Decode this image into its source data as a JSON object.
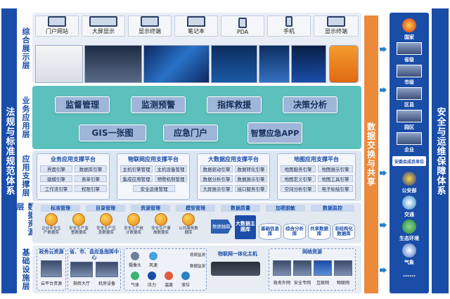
{
  "left_bar": "法规与标准规范体系",
  "right_bar": "安全与运维保障体系",
  "exchange": "数据交换与共享",
  "layers": [
    "综合展示层",
    "业务应用层",
    "应用支撑层",
    "数据资源层",
    "基础设施层"
  ],
  "devices": [
    "门户网站",
    "大屏显示",
    "显示终端",
    "笔记本",
    "PDA",
    "手机",
    "显示终端"
  ],
  "apps": {
    "row1": [
      "监督管理",
      "监测预警",
      "指挥救援",
      "决策分析"
    ],
    "row2": [
      "GIS一张图",
      "应急门户",
      "智慧应急APP"
    ]
  },
  "platforms": [
    {
      "title": "业务应用支撑平台",
      "chips": [
        "界面引擎",
        "数据库引擎",
        "建模引擎",
        "表单引擎",
        "工作流引擎",
        "权限引擎"
      ]
    },
    {
      "title": "物联网应用支撑平台",
      "chips": [
        "主机引擎管理",
        "主机设备管理",
        "集成应用管理",
        "预警机制管理",
        "安全运维管理"
      ]
    },
    {
      "title": "大数据应用支撑平台",
      "chips": [
        "数据驱动引擎",
        "数据转化引擎",
        "数据分析引擎",
        "数据展示引擎",
        "大屏展示引擎",
        "接口服务引擎"
      ]
    },
    {
      "title": "地图应用支撑平台",
      "chips": [
        "地图服务引擎",
        "地图展示引擎",
        "地图定义引擎",
        "地图工具引擎",
        "空间分析引擎",
        "电子标绘引擎"
      ]
    }
  ],
  "resource_tabs": [
    "标准管理",
    "目录管理",
    "资源管理",
    "模型管理",
    "数据质量",
    "加密脱敏",
    "数据监控"
  ],
  "databases": [
    "企业安全生产数据库",
    "安全生产监督数据库",
    "安全生产应急数据库",
    "安全生产统计数据库",
    "安全生产事故数据库",
    "公共服务数据库"
  ],
  "process": [
    "数据抽取",
    "大数据主题库"
  ],
  "stores": [
    "基础信息库",
    "综合分析库",
    "共享数据库",
    "非结构化数据库"
  ],
  "infra": {
    "gov_cloud": {
      "title": "政务云资源",
      "label": "云平台资源"
    },
    "terminals": {
      "title": "省、市、县应急指挥中心",
      "labels": [
        "指挥大厅",
        "机房设备"
      ]
    },
    "sensors": {
      "labels": [
        "摄像头",
        "风速",
        "气体",
        "压力",
        "温度",
        "液位"
      ],
      "side": [
        "视频监测",
        "数据监测"
      ]
    },
    "iot": "物联网一体化主机",
    "network": {
      "title": "网络资源",
      "labels": [
        "政务外网",
        "安全专网",
        "互联网",
        "物联网"
      ]
    }
  },
  "orgs": [
    "国家",
    "省级",
    "市级",
    "区县",
    "园区",
    "企业",
    "安委会成员单位",
    "公安部",
    "交通",
    "生态环境",
    "气象",
    "……"
  ],
  "colors": {
    "primary": "#1a4da8",
    "teal": "#5cc0bd",
    "orange": "#eb8a3a",
    "light": "#e9eef6"
  }
}
